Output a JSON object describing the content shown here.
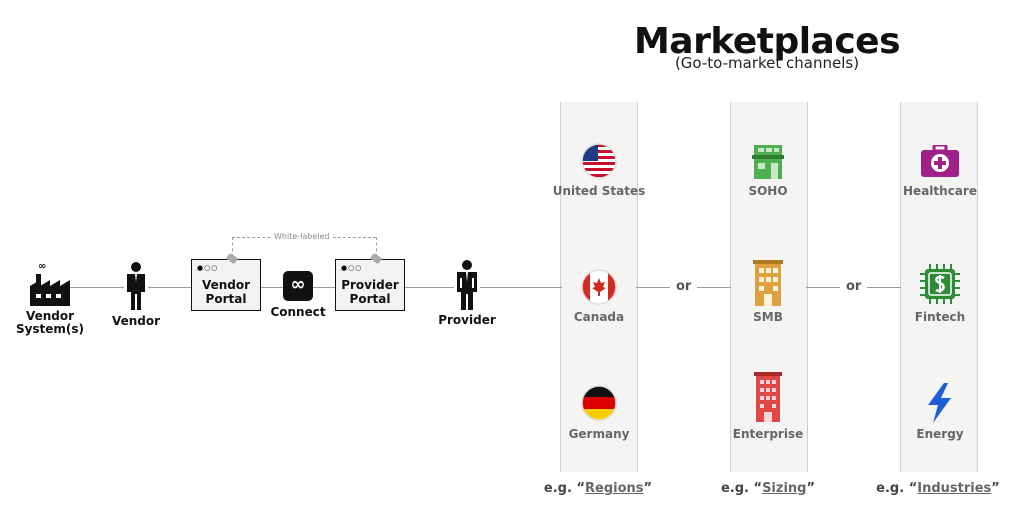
{
  "title": "Marketplaces",
  "subtitle": "(Go-to-market channels)",
  "flow": {
    "vendor_system": "Vendor System(s)",
    "vendor": "Vendor",
    "vendor_portal": "Vendor Portal",
    "connect": "Connect",
    "provider_portal": "Provider Portal",
    "provider": "Provider",
    "white_labeled": "White-labeled",
    "factory_badge": "∞",
    "connect_glyph": "∞",
    "portal_dots": "●○○"
  },
  "columns": {
    "regions": {
      "items": [
        "United States",
        "Canada",
        "Germany"
      ],
      "footer_prefix": "e.g. “",
      "footer_term": "Regions",
      "footer_suffix": "”"
    },
    "sizing": {
      "items": [
        "SOHO",
        "SMB",
        "Enterprise"
      ],
      "footer_prefix": "e.g. “",
      "footer_term": "Sizing",
      "footer_suffix": "”"
    },
    "industries": {
      "items": [
        "Healthcare",
        "Fintech",
        "Energy"
      ],
      "footer_prefix": "e.g. “",
      "footer_term": "Industries",
      "footer_suffix": "”"
    }
  },
  "or_label": "or",
  "colors": {
    "soho": "#4caf50",
    "smb": "#e0a040",
    "enterprise": "#e04848",
    "healthcare": "#a0208a",
    "fintech": "#2e8b3a",
    "energy": "#1e5ed8",
    "column_bg": "#f4f4f2"
  },
  "icons": [
    "factory-icon",
    "person-icon",
    "connect-icon",
    "flag-us-icon",
    "flag-canada-icon",
    "flag-germany-icon",
    "building-small-icon",
    "building-medium-icon",
    "building-large-icon",
    "medical-kit-icon",
    "chip-dollar-icon",
    "lightning-icon"
  ]
}
